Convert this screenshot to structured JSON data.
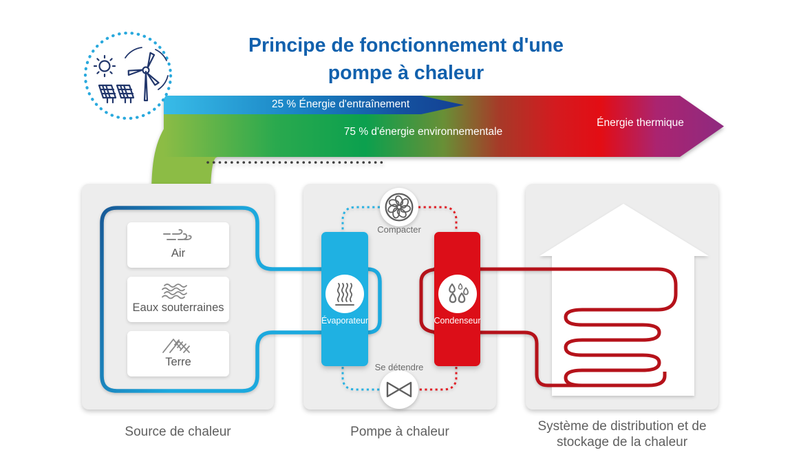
{
  "title": {
    "line1": "Principe de fonctionnement d'une",
    "line2": "pompe à chaleur"
  },
  "badge": {
    "icons": [
      "sun-icon",
      "solar-panel-icon",
      "wind-turbine-icon"
    ],
    "dot_color": "#2aa9dd",
    "icon_color": "#21366b"
  },
  "energy_flow": {
    "drive_label": "25 % Énergie d'entraînement",
    "environment_label": "75 % d'énergie environnementale",
    "output_label": "Énergie thermique",
    "drive_gradient": [
      "#38bce8",
      "#143f92"
    ],
    "band_gradient": [
      "#8cbc45",
      "#0ba04e",
      "#d5161d",
      "#8e2a80"
    ],
    "feed_curve_color": "#8cbc45"
  },
  "panels": {
    "source": {
      "caption": "Source de chaleur",
      "items": [
        {
          "label": "Air",
          "icon": "wind-icon"
        },
        {
          "label": "Eaux souterraines",
          "icon": "groundwater-icon"
        },
        {
          "label": "Terre",
          "icon": "ground-icon"
        }
      ]
    },
    "pump": {
      "caption": "Pompe à chaleur",
      "compress_label": "Compacter",
      "expand_label": "Se détendre",
      "evaporator": {
        "label": "Évaporateur",
        "color": "#1fb1e2",
        "icon": "heat-waves-icon"
      },
      "condenser": {
        "label": "Condenseur",
        "color": "#dc0e18",
        "icon": "droplets-icon"
      }
    },
    "heating": {
      "caption_line1": "Système de distribution et de",
      "caption_line2": "stockage de la chaleur",
      "icon": "house-icon"
    }
  },
  "colors": {
    "pipe_blue": "#1ba6da",
    "pipe_red": "#b5121a",
    "dash_blue": "#2ab2e2",
    "dash_red": "#e02128",
    "panel_bg": "#ededed",
    "title_blue": "#1261ad",
    "caption_gray": "#5f5f5f"
  }
}
